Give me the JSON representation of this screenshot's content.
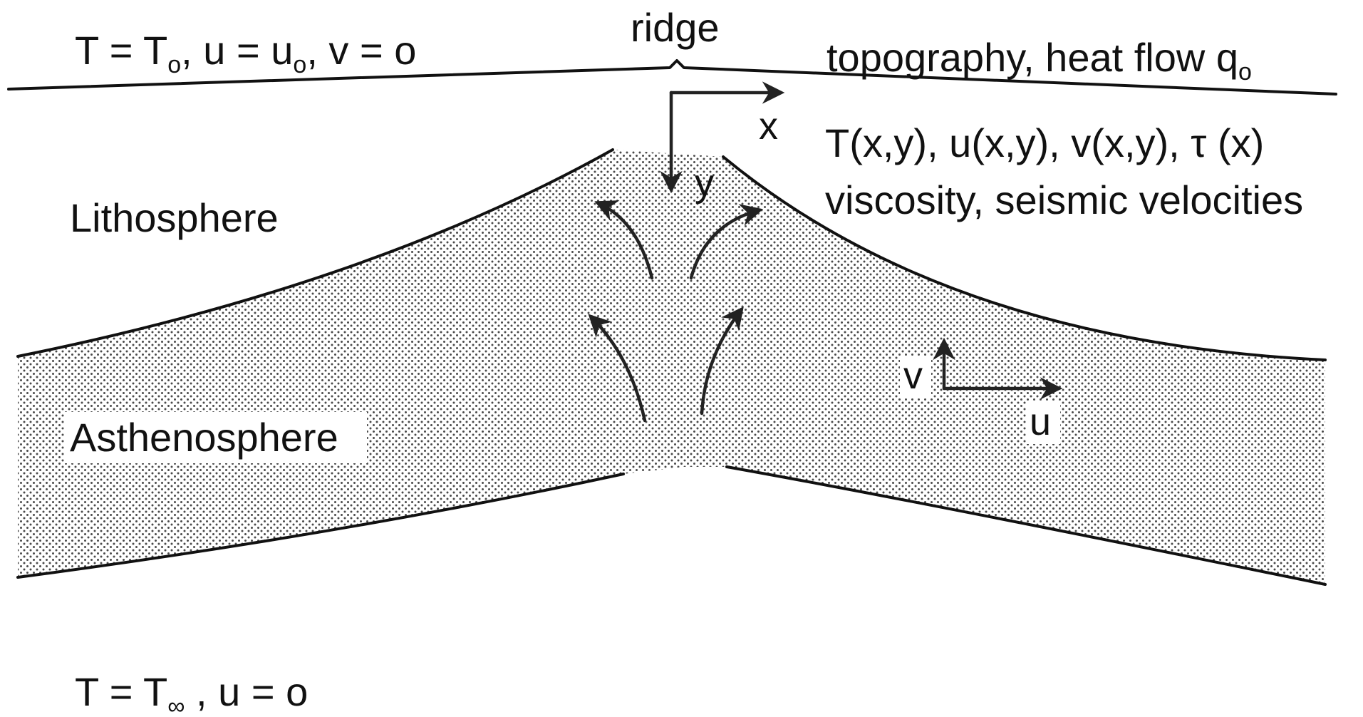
{
  "diagram": {
    "surface_bc": {
      "T": "T",
      "eq1": " = ",
      "sub1": "o",
      "rest1": ", u = u",
      "sub2": "o",
      "rest2": ", v = o"
    },
    "ridge_label": "ridge",
    "observables_line1": {
      "text": "topography, heat flow q",
      "sub": "o"
    },
    "observables_line2": "T(x,y), u(x,y), v(x,y), τ (x)",
    "observables_line3": "viscosity, seismic velocities",
    "axis_x_label": "x",
    "axis_y_label": "y",
    "layer_lithosphere": "Lithosphere",
    "layer_asthenosphere": "Asthenosphere",
    "velocity_v_label": "v",
    "velocity_u_label": "u",
    "bottom_bc": {
      "T": "T",
      "eq1": " = T",
      "sub1": "∞",
      "rest1": " , u = o"
    },
    "colors": {
      "ink": "#111111",
      "stipple_dot": "#555555",
      "background": "#ffffff"
    }
  }
}
